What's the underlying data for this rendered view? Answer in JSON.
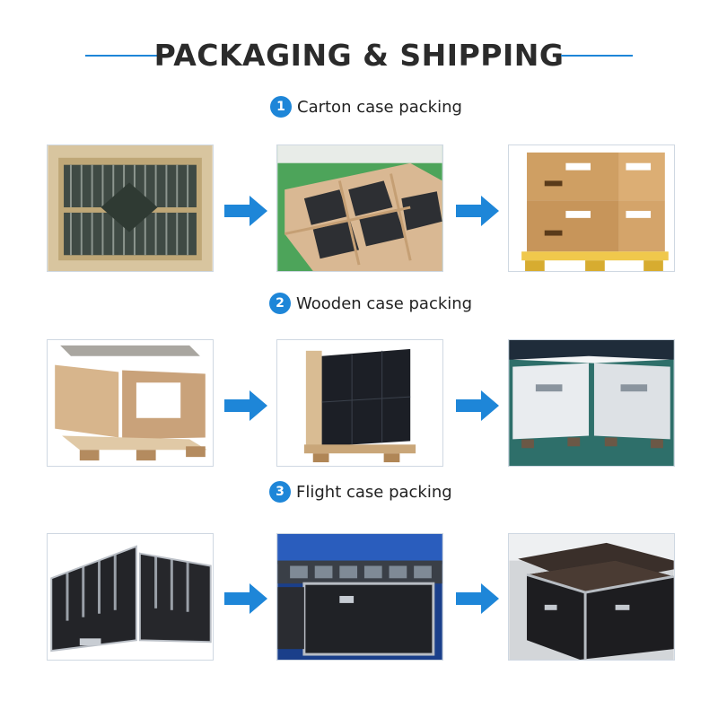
{
  "header": {
    "title": "PACKAGING & SHIPPING"
  },
  "sections": [
    {
      "number": "1",
      "label": "Carton case packing"
    },
    {
      "number": "2",
      "label": "Wooden case packing"
    },
    {
      "number": "3",
      "label": "Flight case packing"
    }
  ],
  "colors": {
    "accent": "#1e86d8",
    "title_text": "#2b2b2b",
    "arrow": "#1e86d8"
  },
  "icons": {
    "arrow": "arrow-right-icon",
    "badge": "number-badge"
  }
}
